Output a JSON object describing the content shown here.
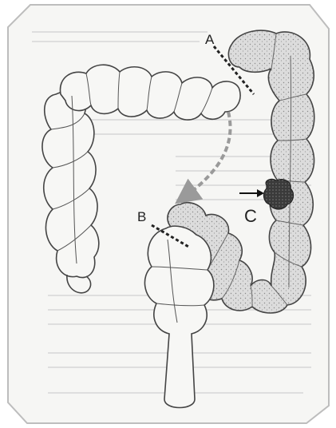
{
  "labels": {
    "a": "A",
    "b": "B",
    "c": "C"
  },
  "colors": {
    "page_bg": "#ffffff",
    "paper": "#f5f5f3",
    "outline": "#444444",
    "stipple_fill": "#d9d9d9",
    "lesion": "#3a3a3a",
    "arrow_gray": "#9a9a9a"
  },
  "icons": {
    "direction_arrow": "curved-arrow-icon",
    "pointer_arrow": "pointer-arrow-icon"
  }
}
